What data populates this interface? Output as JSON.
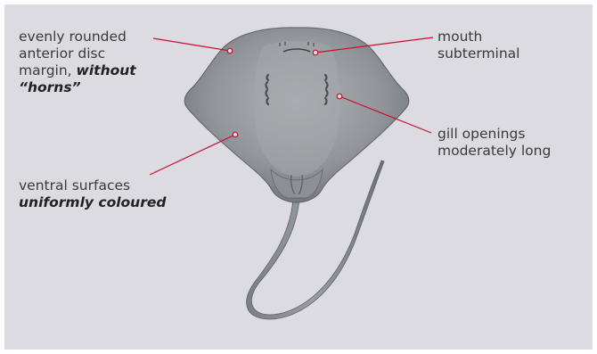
{
  "labels": {
    "anterior_margin": {
      "line1": "evenly rounded",
      "line2": "anterior disc",
      "line3_text": "margin, ",
      "line3_emphasis": "without",
      "line4_emphasis": "“horns”"
    },
    "mouth": {
      "line1": "mouth",
      "line2": "subterminal"
    },
    "gill_openings": {
      "line1": "gill openings",
      "line2": "moderately long"
    },
    "ventral_surfaces": {
      "line1": "ventral surfaces",
      "line2_emphasis": "uniformly coloured"
    }
  },
  "colors": {
    "background": "#dcdbe1",
    "leader_line": "#c8102e",
    "body_fill": "#8e9297",
    "label_text": "#3a3a3a"
  }
}
